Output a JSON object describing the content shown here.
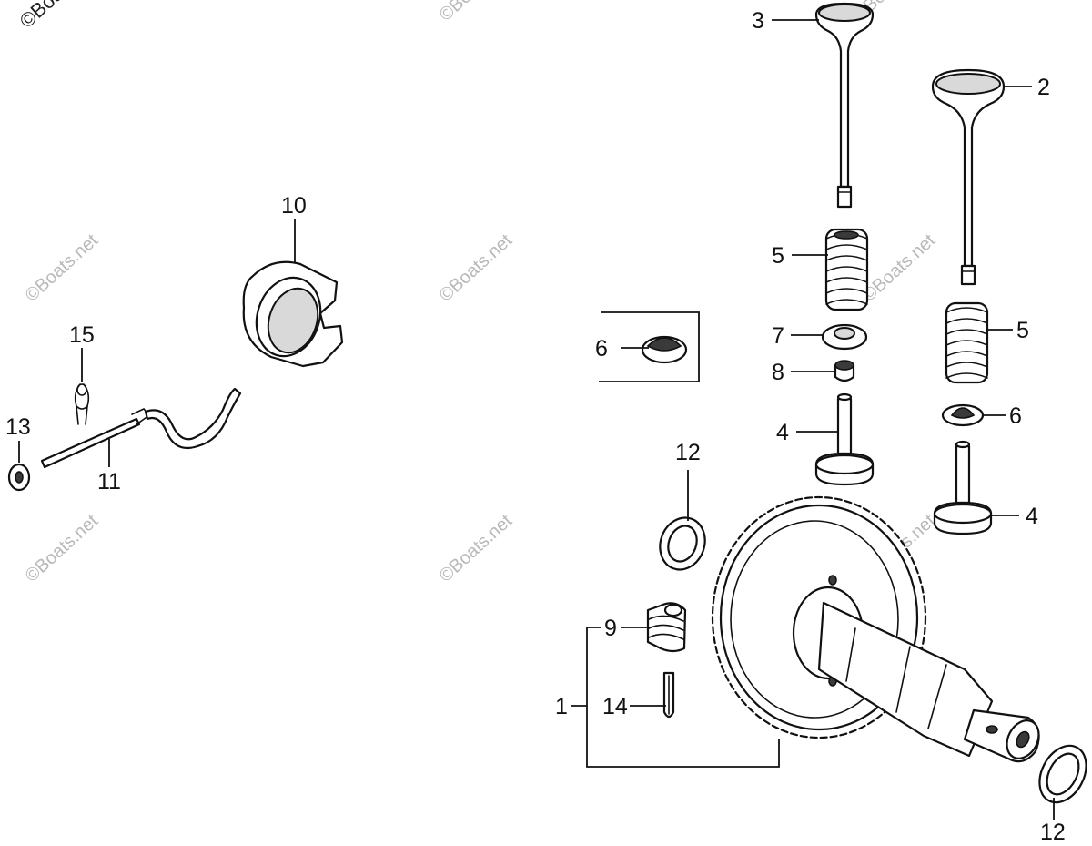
{
  "watermarks": {
    "corner": "©Boats.net",
    "tile": "©Boats.net"
  },
  "callouts": {
    "c1": "1",
    "c2": "2",
    "c3": "3",
    "c4a": "4",
    "c4b": "4",
    "c5a": "5",
    "c5b": "5",
    "c6a": "6",
    "c6b": "6",
    "c7": "7",
    "c8": "8",
    "c9": "9",
    "c10": "10",
    "c11": "11",
    "c12a": "12",
    "c12b": "12",
    "c13": "13",
    "c14": "14",
    "c15": "15"
  }
}
